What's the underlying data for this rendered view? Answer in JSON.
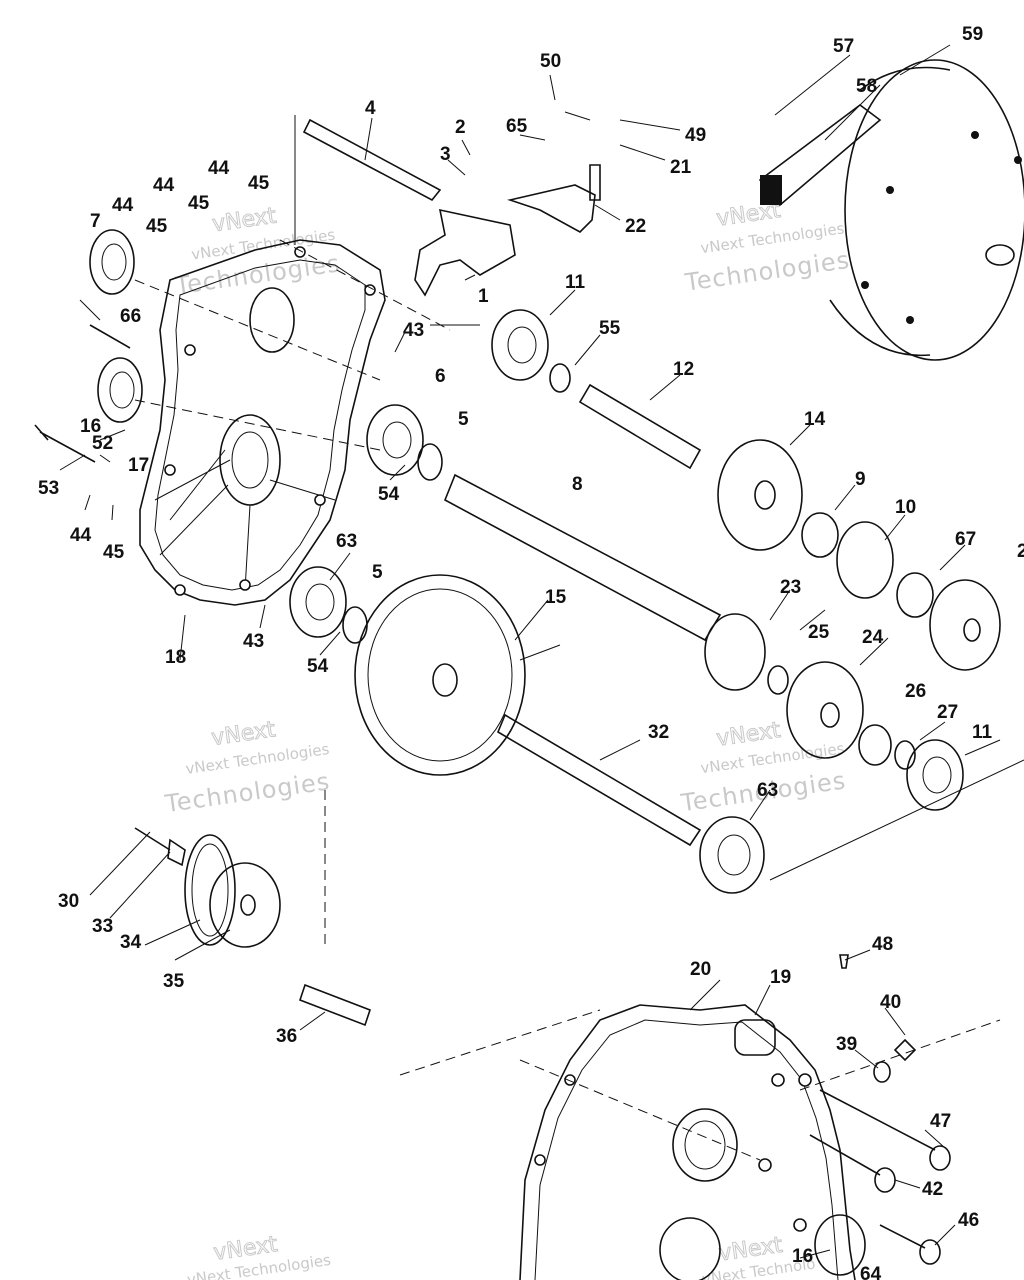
{
  "diagram": {
    "watermark": {
      "brand": "vNext",
      "line1": "vNext Technologies",
      "line2": "Technologies",
      "partial": "vNext Technolo"
    },
    "callouts": [
      "1",
      "2",
      "3",
      "4",
      "5",
      "5",
      "6",
      "7",
      "8",
      "9",
      "10",
      "11",
      "11",
      "12",
      "14",
      "15",
      "16",
      "16",
      "17",
      "18",
      "19",
      "20",
      "21",
      "22",
      "23",
      "24",
      "25",
      "26",
      "27",
      "30",
      "32",
      "33",
      "34",
      "35",
      "36",
      "39",
      "40",
      "42",
      "43",
      "43",
      "44",
      "44",
      "44",
      "44",
      "45",
      "45",
      "45",
      "45",
      "46",
      "47",
      "48",
      "49",
      "50",
      "52",
      "53",
      "54",
      "54",
      "55",
      "57",
      "58",
      "59",
      "63",
      "63",
      "64",
      "65",
      "66",
      "67",
      "2"
    ]
  }
}
